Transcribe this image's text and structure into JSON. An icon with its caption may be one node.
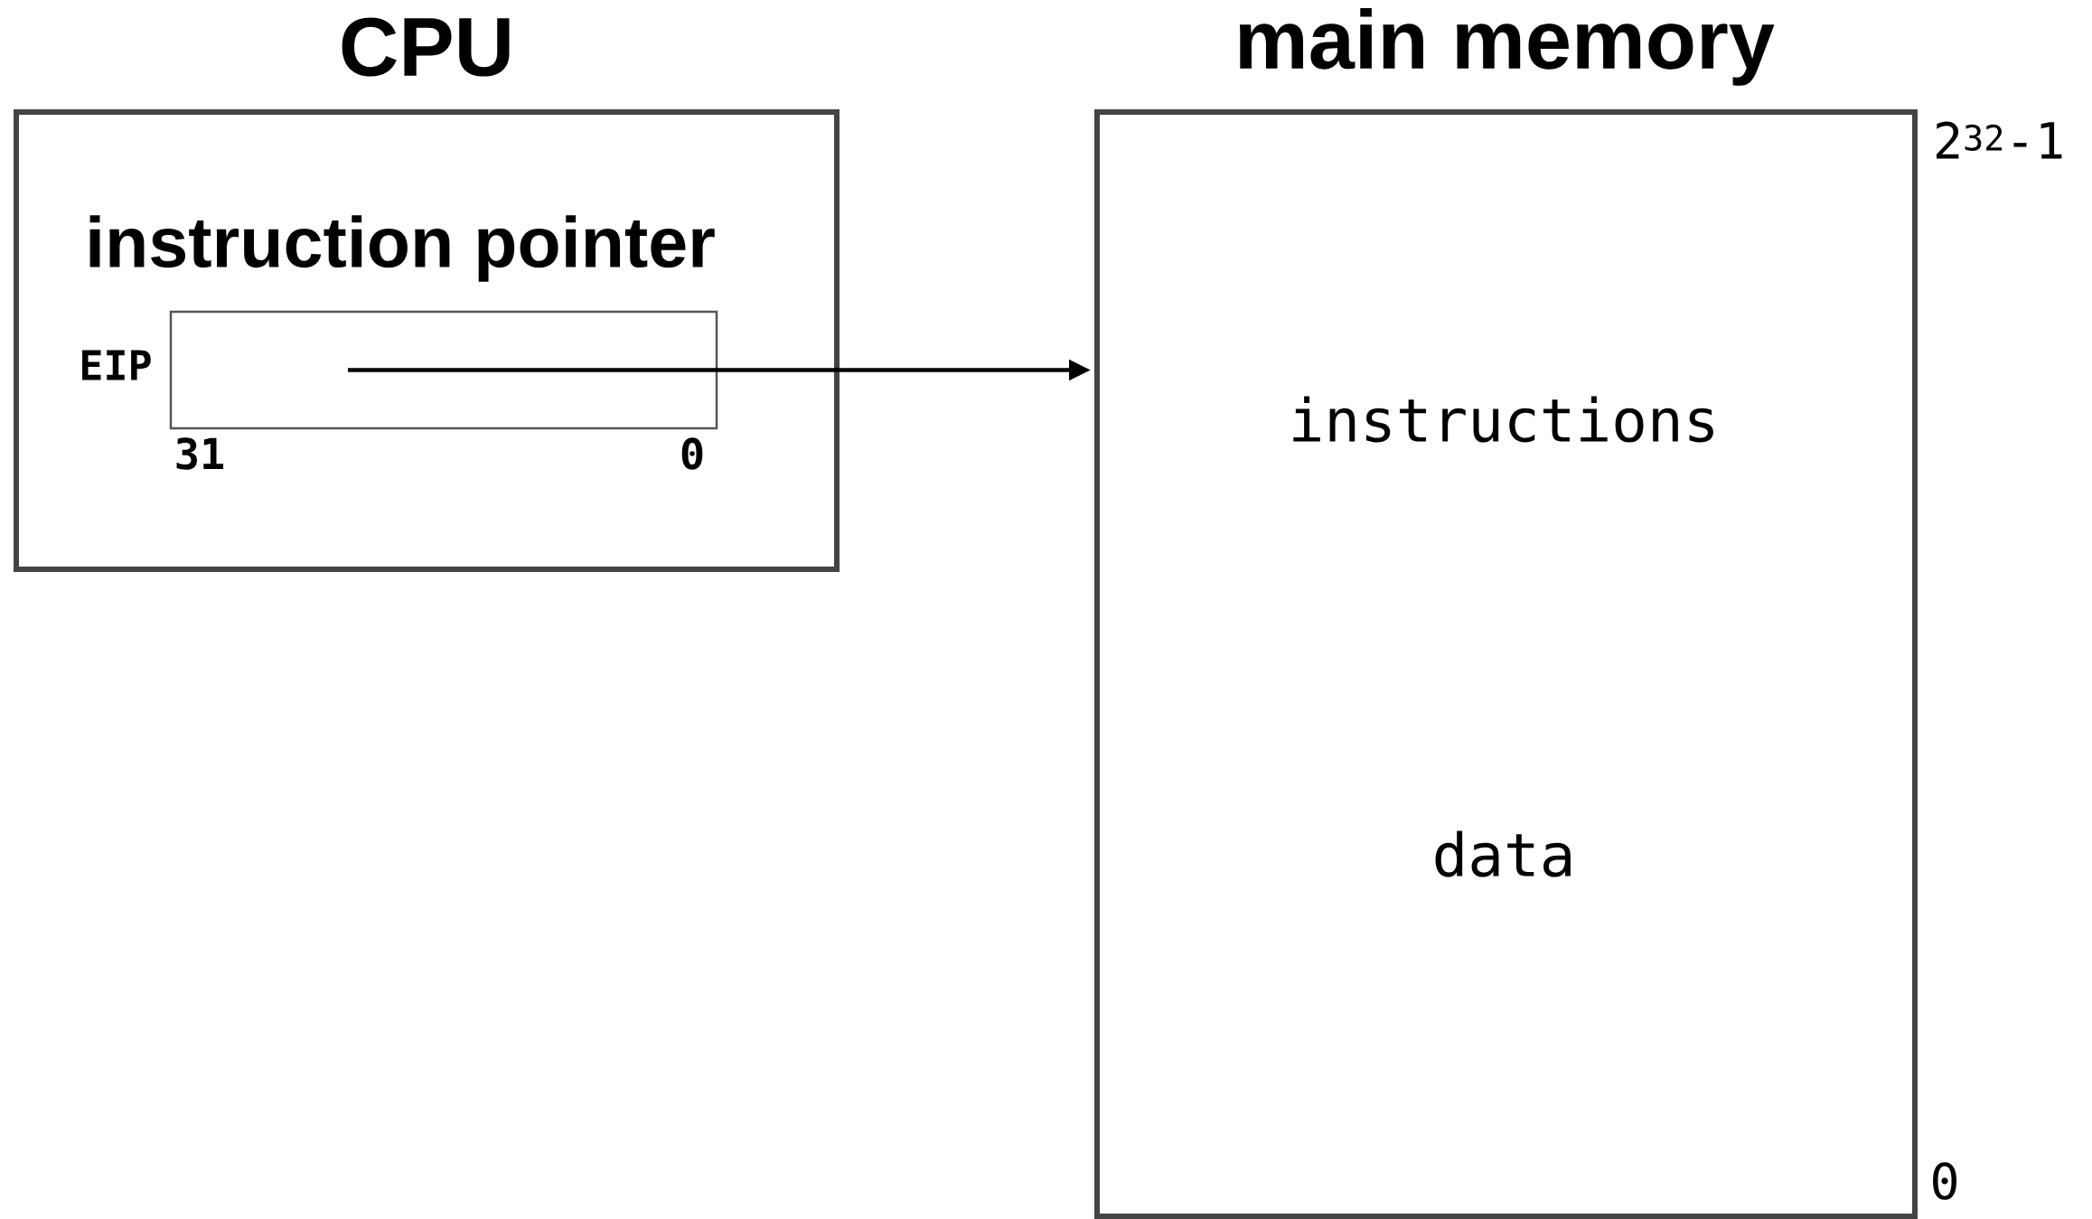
{
  "diagram": {
    "nodes": [
      {
        "text": [
          "CPU",
          "instruction pointer"
        ]
      },
      {
        "text": [
          "EIP"
        ],
        "beside": [
          "31",
          "0"
        ],
        "in": 0
      },
      {
        "text": [
          "main memory",
          "instructions",
          "data"
        ],
        "beside": [
          "2$^{32}$-1",
          "0"
        ]
      }
    ],
    "edges": [
      {
        "from": 1,
        "to": 2,
        "arrow": "to"
      }
    ]
  }
}
